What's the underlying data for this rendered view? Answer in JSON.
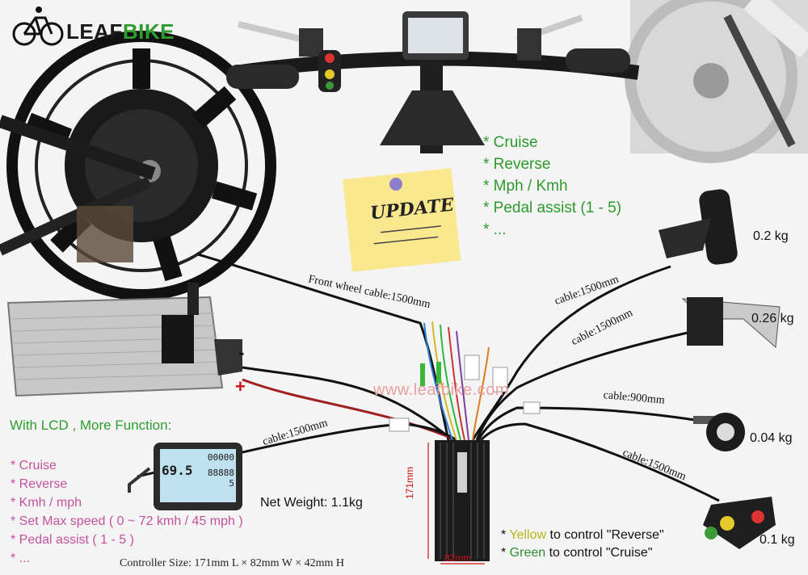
{
  "logo": {
    "part1": "LEAF",
    "part2": "BIKE"
  },
  "lcd_features": [
    "* Cruise",
    "* Reverse",
    "* Mph / Kmh",
    "* Pedal assist (1 - 5)",
    "* ..."
  ],
  "update_note": "UPDATE",
  "lcd_section": {
    "title": "With LCD , More Function:",
    "items": [
      "* Cruise",
      "* Reverse",
      "* Kmh / mph",
      "* Set Max speed ( 0 ~ 72 kmh / 45 mph )",
      "* Pedal assist ( 1 - 5 )",
      "* ..."
    ]
  },
  "cables": {
    "front_wheel": "Front wheel cable:1500mm",
    "throttle": "cable:1500mm",
    "brake": "cable:1500mm",
    "pas": "cable:900mm",
    "switch": "cable:1500mm",
    "lcd": "cable:1500mm"
  },
  "weights": {
    "throttle": "0.2 kg",
    "brake": "0.26 kg",
    "pas": "0.04 kg",
    "switch": "0.1 kg",
    "net": "Net Weight: 1.1kg"
  },
  "battery": {
    "minus": "-",
    "plus": "+"
  },
  "watermark": "www.leafbike.com",
  "controller": {
    "height_label": "171mm",
    "width_label": "82mm",
    "size_text": "Controller Size: 171mm L × 82mm W × 42mm H"
  },
  "controls_note": {
    "line1_prefix": "* ",
    "line1_color": "Yellow",
    "line1_suffix": " to control \"Reverse\"",
    "line2_prefix": "* ",
    "line2_color": "Green",
    "line2_suffix": " to control \"Cruise\""
  },
  "lcd_screen": {
    "top_value": "00000",
    "speed": "69.5",
    "mid_value": "88888",
    "small": "5"
  },
  "colors": {
    "brand_green": "#2e9c2e",
    "pink": "#c4519e",
    "watermark": "#e8a0a0",
    "dimension_red": "#cc1111"
  }
}
